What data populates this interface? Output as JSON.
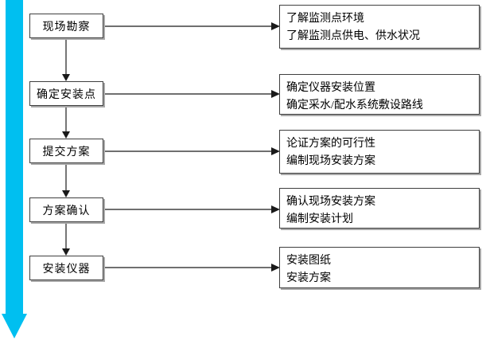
{
  "flowchart": {
    "title": "instrument-installation-flow",
    "colors": {
      "timeline_arrow": "#00bff0",
      "connector": "#1a1a1a",
      "box_border": "#3f3f3f",
      "box_shadow": "#a8a8a8",
      "background": "#ffffff",
      "text": "#000000"
    },
    "steps": [
      {
        "label": "现场勘察",
        "details": [
          "了解监测点环境",
          "了解监测点供电、供水状况"
        ]
      },
      {
        "label": "确定安装点",
        "details": [
          "确定仪器安装位置",
          "确定采水/配水系统敷设路线"
        ]
      },
      {
        "label": "提交方案",
        "details": [
          "论证方案的可行性",
          "编制现场安装方案"
        ]
      },
      {
        "label": "方案确认",
        "details": [
          "确认现场安装方案",
          "编制安装计划"
        ]
      },
      {
        "label": "安装仪器",
        "details": [
          "安装图纸",
          "安装方案"
        ]
      }
    ]
  }
}
